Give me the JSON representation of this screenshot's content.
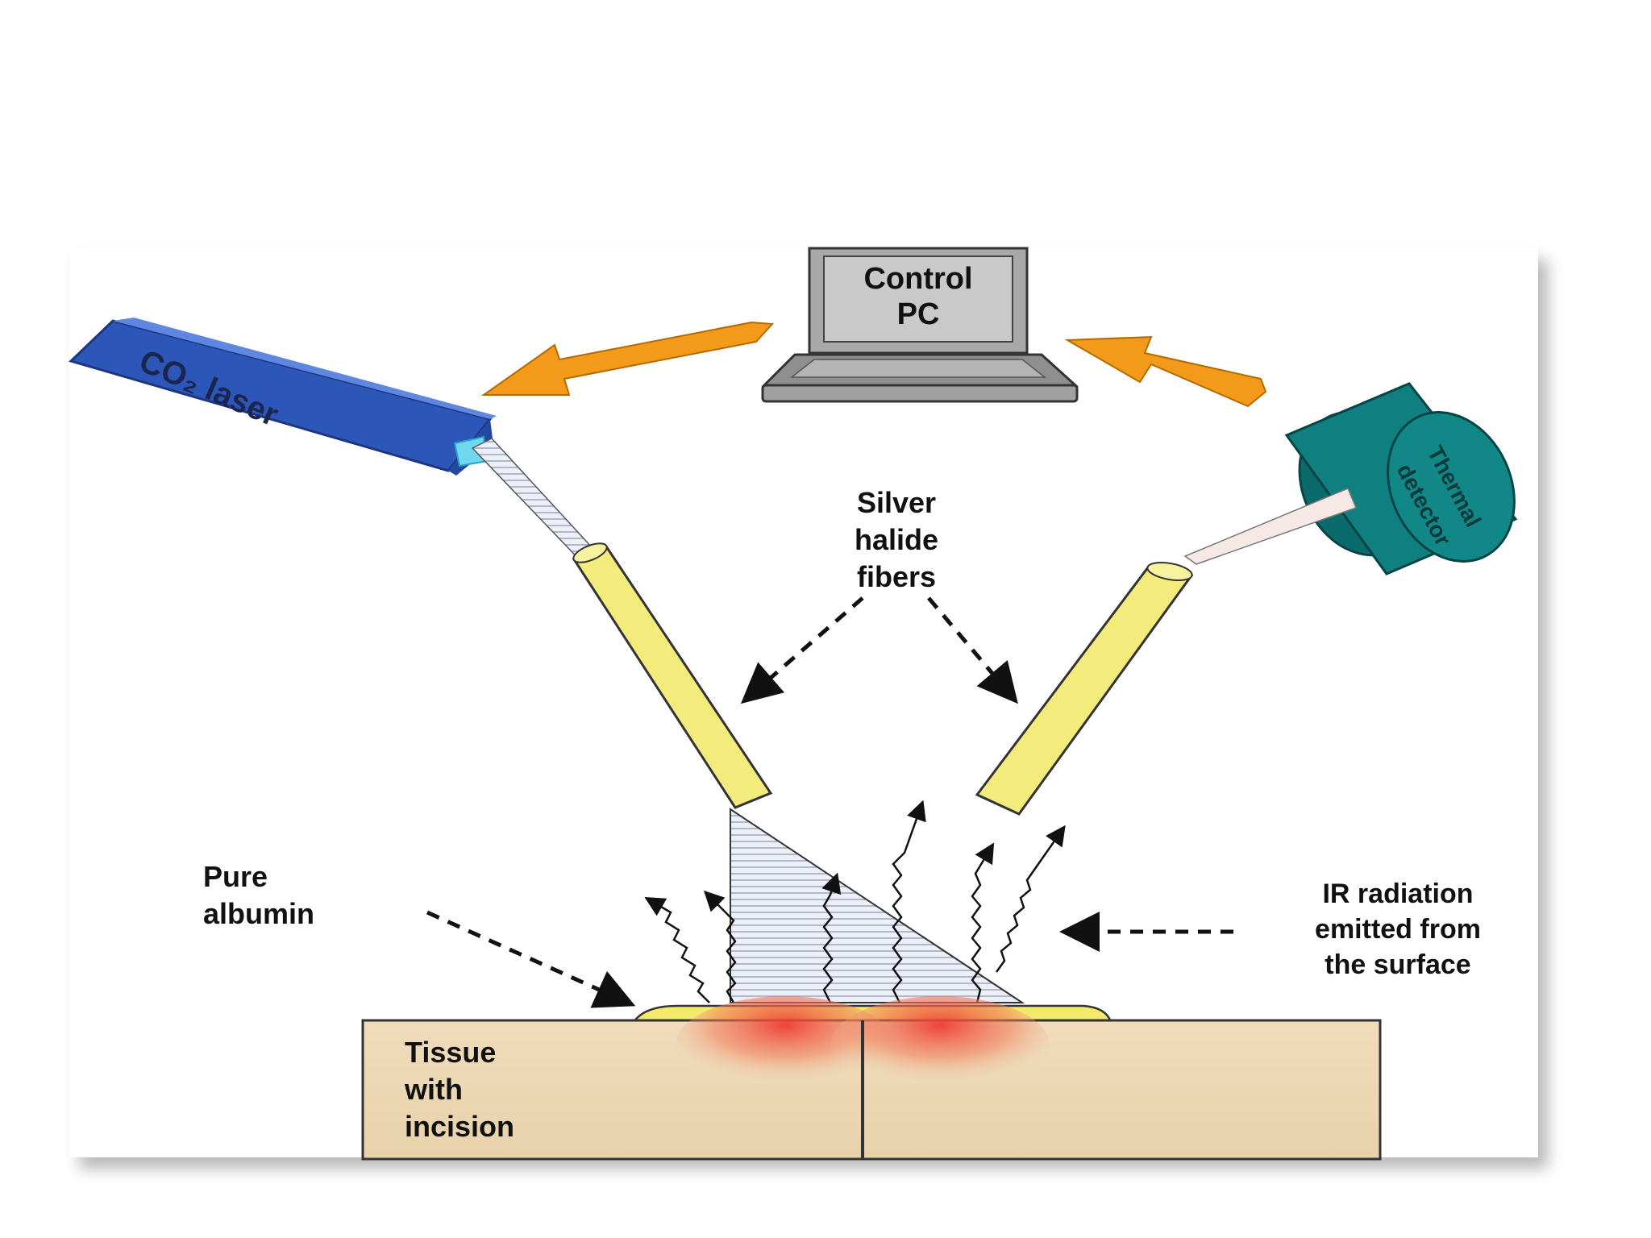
{
  "labels": {
    "control_pc_line1": "Control",
    "control_pc_line2": "PC",
    "co2_laser": "CO₂ laser",
    "thermal_detector_line1": "Thermal",
    "thermal_detector_line2": "detector",
    "silver_line1": "Silver",
    "silver_line2": "halide",
    "silver_line3": "fibers",
    "pure_line1": "Pure",
    "pure_line2": "albumin",
    "ir_line1": "IR radiation",
    "ir_line2": "emitted from",
    "ir_line3": "the surface",
    "tissue_line1": "Tissue",
    "tissue_line2": "with",
    "tissue_line3": "incision"
  },
  "colors": {
    "laser_blue": "#3a64c8",
    "detector_teal": "#0f7f80",
    "fiber_yellow": "#f3ec7c",
    "arrow_orange": "#f39a1a",
    "tissue_beige": "#ecd8b4",
    "heat_red": "#ee3b32",
    "albumin_yellow": "#f4ea6a"
  }
}
